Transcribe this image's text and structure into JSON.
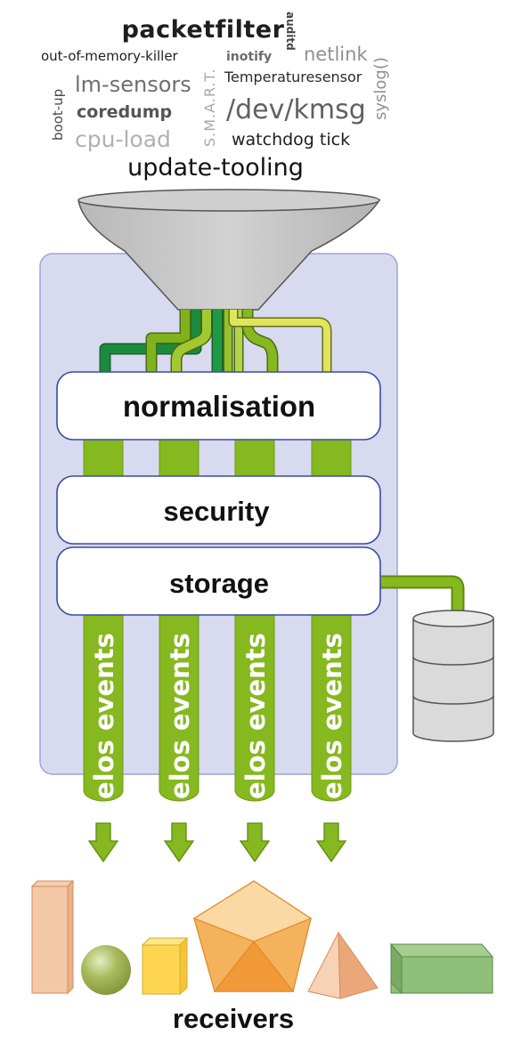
{
  "word_cloud": {
    "packetfilter": "packetfilter",
    "out_of_memory_killer": "out-of-memory-killer",
    "auditd": "auditd",
    "inotify": "inotify",
    "netlink": "netlink",
    "boot_up": "boot-up",
    "lm_sensors": "lm-sensors",
    "smart": "S.M.A.R.T.",
    "temperaturesensor": "Temperaturesensor",
    "syslog": "syslog()",
    "coredump": "coredump",
    "dev_kmsg": "/dev/kmsg",
    "cpu_load": "cpu-load",
    "watchdog_tick": "watchdog tick",
    "update_tooling": "update-tooling"
  },
  "stages": {
    "normalisation": "normalisation",
    "security": "security",
    "storage": "storage"
  },
  "event_pipe_label": "elos events",
  "receivers_label": "receivers",
  "colors": {
    "panel_fill": "#d8daef",
    "panel_stroke": "#9ea3d6",
    "stage_stroke": "#3b4aa6",
    "pipe_green": "#86b81f",
    "pipe_dark_green": "#1c8a3c",
    "pipe_yellow": "#d8e05a",
    "funnel_fill": "#c9c9c9",
    "text_dark": "#222222",
    "text_grey": "#8a8a8a"
  }
}
